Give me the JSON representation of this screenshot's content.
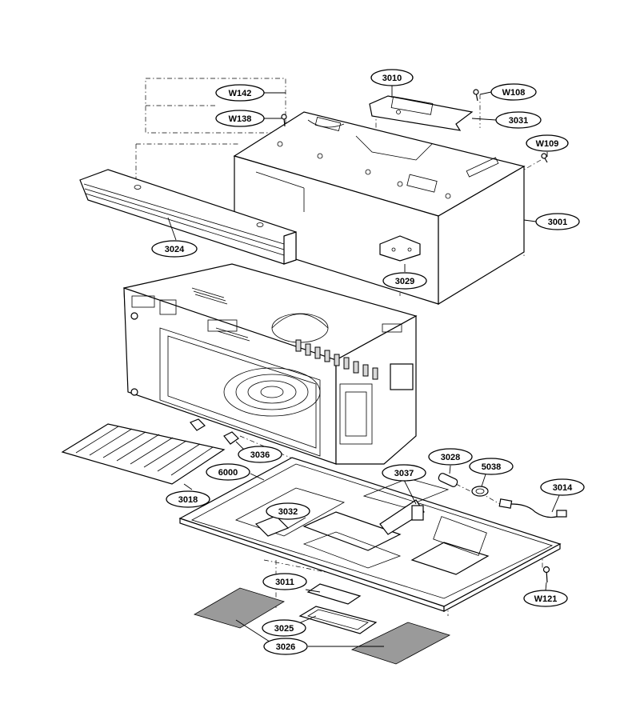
{
  "labels": {
    "p3010": "3010",
    "pW108": "W108",
    "p3031": "3031",
    "pW109": "W109",
    "pW142": "W142",
    "pW138": "W138",
    "p3001": "3001",
    "p3024": "3024",
    "p3029": "3029",
    "p3036": "3036",
    "p3028": "3028",
    "p5038": "5038",
    "p6000": "6000",
    "p3037": "3037",
    "p3014": "3014",
    "p3018": "3018",
    "p3032": "3032",
    "pW121": "W121",
    "p3011": "3011",
    "p3025": "3025",
    "p3026": "3026"
  },
  "icons": {
    "main": "microwave-exploded-parts-diagram"
  }
}
